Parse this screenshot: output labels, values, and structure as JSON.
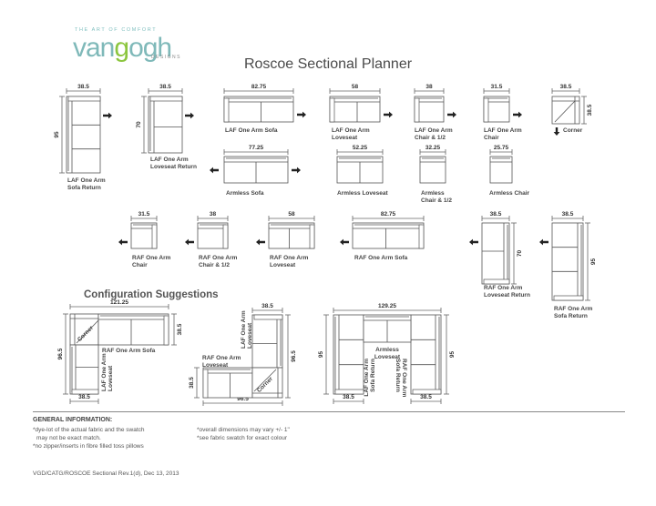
{
  "logo": {
    "tagline": "THE ART OF COMFORT",
    "brand_part_1": "van",
    "brand_part_2": "g",
    "brand_part_3": "ogh",
    "subline": "DESIGNS",
    "colors": {
      "teal": "#7fb9b9",
      "green": "#8cc63f"
    }
  },
  "title": "Roscoe Sectional Planner",
  "pieces": [
    {
      "id": "laf-one-arm-sofa-return",
      "label": [
        "LAF One Arm",
        "Sofa Return"
      ],
      "width": "38.5",
      "depth": "95",
      "arrow": "right"
    },
    {
      "id": "laf-one-arm-loveseat-return",
      "label": [
        "LAF One Arm",
        "Loveseat Return"
      ],
      "width": "38.5",
      "depth": "70",
      "arrow": "right"
    },
    {
      "id": "laf-one-arm-sofa",
      "label": [
        "LAF One Arm Sofa"
      ],
      "width": "82.75",
      "arrow": "right"
    },
    {
      "id": "laf-one-arm-loveseat",
      "label": [
        "LAF One Arm",
        "Loveseat"
      ],
      "width": "58",
      "arrow": "right"
    },
    {
      "id": "laf-one-arm-chair-half",
      "label": [
        "LAF One Arm",
        "Chair & 1/2"
      ],
      "width": "38",
      "arrow": "right"
    },
    {
      "id": "laf-one-arm-chair",
      "label": [
        "LAF One Arm",
        "Chair"
      ],
      "width": "31.5",
      "arrow": "right"
    },
    {
      "id": "corner",
      "label": [
        "Corner"
      ],
      "width": "38.5",
      "depth": "38.5",
      "arrow": "down"
    },
    {
      "id": "armless-sofa",
      "label": [
        "Armless Sofa"
      ],
      "width": "77.25",
      "arrow": "both"
    },
    {
      "id": "armless-loveseat",
      "label": [
        "Armless Loveseat"
      ],
      "width": "52.25"
    },
    {
      "id": "armless-chair-half",
      "label": [
        "Armless",
        "Chair & 1/2"
      ],
      "width": "32.25"
    },
    {
      "id": "armless-chair",
      "label": [
        "Armless Chair"
      ],
      "width": "25.75"
    },
    {
      "id": "raf-one-arm-chair",
      "label": [
        "RAF One Arm",
        "Chair"
      ],
      "width": "31.5",
      "arrow": "left"
    },
    {
      "id": "raf-one-arm-chair-half",
      "label": [
        "RAF One Arm",
        "Chair & 1/2"
      ],
      "width": "38",
      "arrow": "left"
    },
    {
      "id": "raf-one-arm-loveseat",
      "label": [
        "RAF One Arm",
        "Loveseat"
      ],
      "width": "58",
      "arrow": "left"
    },
    {
      "id": "raf-one-arm-sofa",
      "label": [
        "RAF One Arm Sofa"
      ],
      "width": "82.75",
      "arrow": "left"
    },
    {
      "id": "raf-one-arm-loveseat-return",
      "label": [
        "RAF One Arm",
        "Loveseat Return"
      ],
      "width": "38.5",
      "depth": "70",
      "arrow": "left"
    },
    {
      "id": "raf-one-arm-sofa-return",
      "label": [
        "RAF One Arm",
        "Sofa Return"
      ],
      "width": "38.5",
      "depth": "95",
      "arrow": "left"
    }
  ],
  "configuration": {
    "heading": "Configuration Suggestions",
    "configs": [
      {
        "id": "config-1",
        "overall_width": "121.25",
        "overall_depth": "96.5",
        "return_depth": "38.5",
        "corner_width": "38.5",
        "pieces": [
          "Corner",
          "RAF One Arm Sofa",
          "LAF One Arm Loveseat"
        ]
      },
      {
        "id": "config-2",
        "overall_width": "96.5",
        "overall_depth": "96.5",
        "top_width": "38.5",
        "left_depth": "38.5",
        "pieces": [
          "LAF One Arm Loveseat",
          "RAF One Arm Loveseat",
          "Corner"
        ]
      },
      {
        "id": "config-3",
        "overall_width": "129.25",
        "left_depth": "95",
        "right_depth": "95",
        "left_width": "38.5",
        "right_width": "38.5",
        "pieces": [
          "LAF One Arm Sofa Return",
          "Armless Loveseat",
          "RAF One Arm Sofa Return"
        ]
      }
    ]
  },
  "general": {
    "heading": "GENERAL INFORMATION:",
    "notes_left": [
      "*dye-lot of the actual fabric and the swatch",
      "may not be exact match.",
      "*no zipper/inserts in fibre filled toss pillows"
    ],
    "notes_right": [
      "*overall dimensions may vary +/- 1\"",
      "*see fabric swatch for exact colour"
    ]
  },
  "footer": "VGD/CATG/ROSCOE Sectional Rev.1(d), Dec 13, 2013"
}
